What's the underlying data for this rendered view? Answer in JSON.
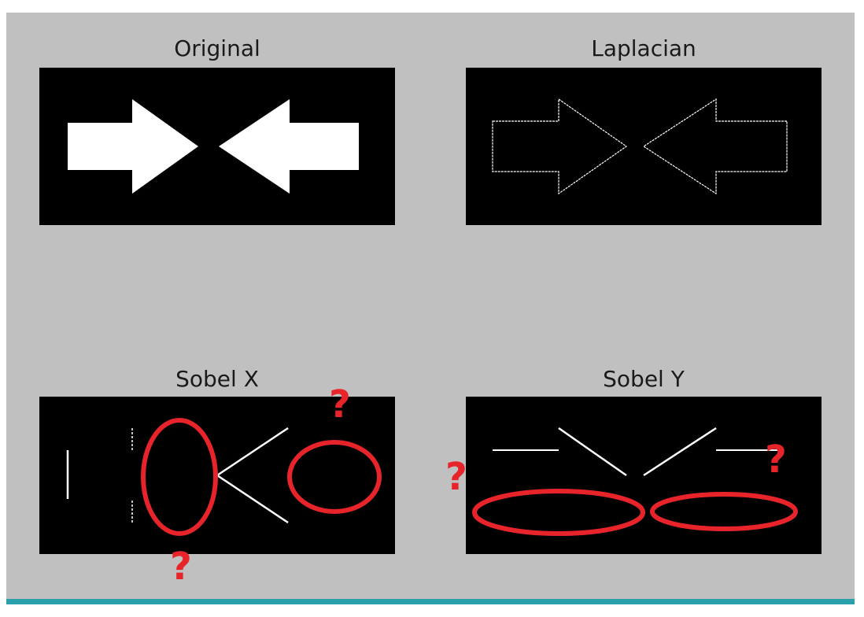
{
  "panels": [
    {
      "title": "Original"
    },
    {
      "title": "Laplacian"
    },
    {
      "title": "Sobel X"
    },
    {
      "title": "Sobel Y"
    }
  ],
  "annotations": {
    "mark_symbol": "?",
    "mark_color": "#e8242b"
  },
  "colors": {
    "figure_background": "#c0c0c0",
    "image_background": "#000000",
    "edge_color": "#ffffff",
    "bar_color": "#2aa0ad"
  }
}
